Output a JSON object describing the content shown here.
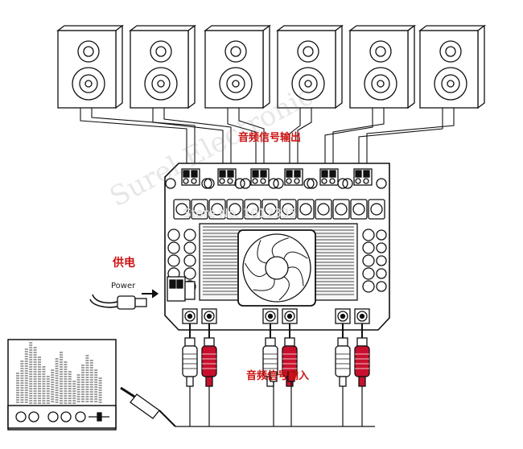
{
  "labels": {
    "audio_output": "音频信号输出",
    "power_supply": "供电",
    "power": "Power",
    "audio_input": "音频信号输入"
  },
  "watermark": {
    "text": "Store No. 1012335",
    "diagonal_text": "Surel Electronic"
  },
  "colors": {
    "label_red": "#cc1111",
    "rca_red": "#c8102e",
    "line": "#111111"
  },
  "speakers_count": 6
}
